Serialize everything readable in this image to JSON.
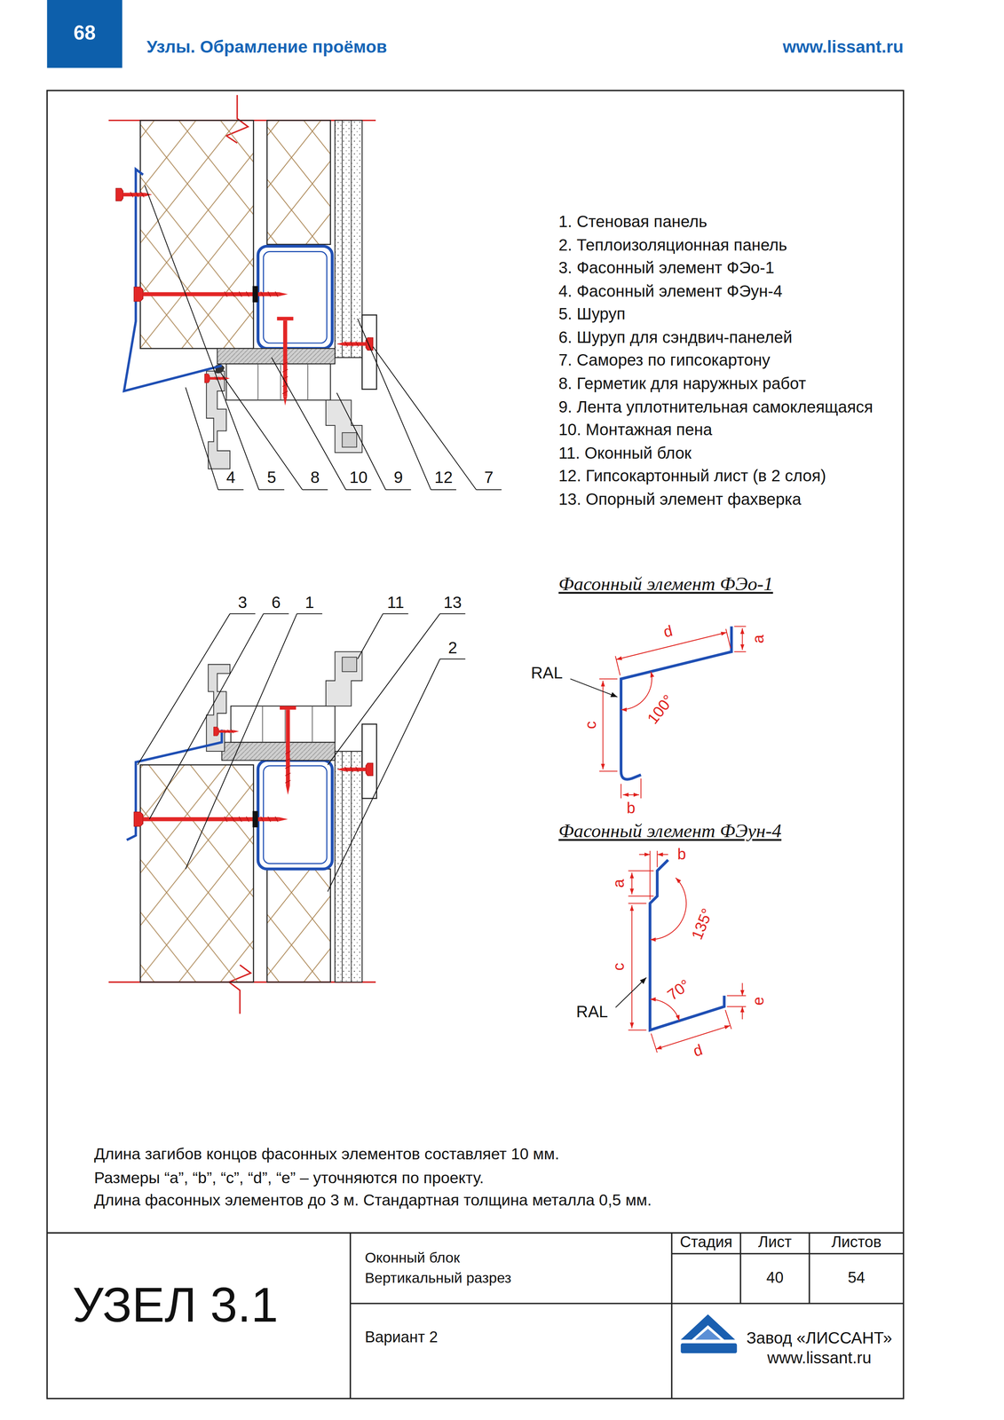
{
  "diagram": {
    "title": "Узлы. Обрамление проёмов",
    "nodes": [
      {
        "text": [
          "68"
        ]
      },
      {
        "text": [
          "УЗЕЛ 3.1"
        ]
      },
      {
        "text": [
          "Оконный блок Вертикальный разрез"
        ]
      },
      {
        "text": [
          "Стадия"
        ]
      },
      {
        "text": [
          "Лист"
        ]
      },
      {
        "text": [
          "Листов"
        ]
      },
      {
        "text": [
          "40"
        ]
      },
      {
        "text": [
          "54"
        ]
      },
      {
        "text": [
          "Вариант 2"
        ]
      },
      {
        "text": [
          "Завод «ЛИССАНТ»",
          "www.lissant.ru"
        ]
      }
    ],
    "labels": [
      "www.lissant.ru",
      "1. Стеновая панель",
      "2. Теплоизоляционная панель",
      "3. Фасонный элемент ФЭо-1",
      "4. Фасонный элемент ФЭун-4",
      "5. Шуруп",
      "6. Шуруп для сэндвич-панелей",
      "7. Саморез по гипсокартону",
      "8. Герметик для наружных работ",
      "9. Лента уплотнительная самоклеящаяся",
      "10. Монтажная пена",
      "11. Оконный блок",
      "12. Гипсокартонный лист (в 2 слоя)",
      "13. Опорный элемент фахверка",
      "4",
      "5",
      "8",
      "10",
      "9",
      "12",
      "7",
      "3",
      "6",
      "1",
      "11",
      "13",
      "2",
      "Фасонный элемент ФЭо-1",
      "RAL",
      "d",
      "a",
      "100°",
      "c",
      "b",
      "Фасонный элемент ФЭун-4",
      "a",
      "b",
      "135°",
      "c",
      "RAL",
      "70°",
      "d",
      "e",
      "Длина загибов концов фасонных элементов составляет 10 мм.",
      "Размеры “a”, “b”, “c”, “d”, “e” – уточняются по проекту.",
      "Длина фасонных элементов до 3 м. Стандартная толщина металла 0,5 мм."
    ]
  }
}
